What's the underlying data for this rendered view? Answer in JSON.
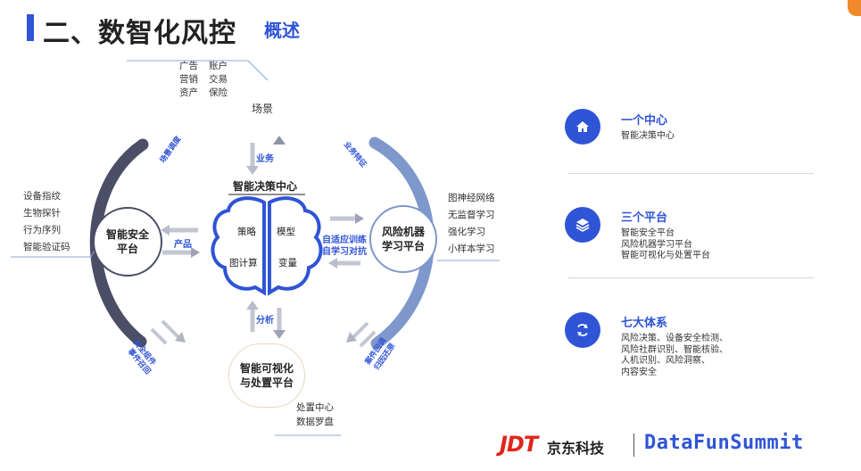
{
  "header": {
    "title": "二、数智化风控",
    "subtitle": "概述"
  },
  "top_section": {
    "col1": [
      "广告",
      "营销",
      "资产"
    ],
    "col2": [
      "账户",
      "交易",
      "保险"
    ],
    "label": "场景"
  },
  "left_list": [
    "设备指纹",
    "生物探针",
    "行为序列",
    "智能验证码"
  ],
  "right_list": [
    "图神经网络",
    "无监督学习",
    "强化学习",
    "小样本学习"
  ],
  "bottom_list": [
    "处置中心",
    "数据罗盘"
  ],
  "nodes": {
    "left": [
      "智能安全",
      "平台"
    ],
    "right": [
      "风险机器",
      "学习平台"
    ],
    "bottom": [
      "智能可视化",
      "与处置平台"
    ]
  },
  "center": {
    "title": "智能决策中心",
    "cells": [
      "策略",
      "模型",
      "图计算",
      "变量"
    ]
  },
  "arrow_labels": {
    "business": "业务",
    "product": "产品",
    "analysis": "分析",
    "adaptive": [
      "自适应训练",
      "自学习对抗"
    ]
  },
  "arc_labels": {
    "top_left": "场景调度",
    "top_right": "业务特征",
    "bottom_left": [
      "安全组件",
      "事件召回"
    ],
    "bottom_right": [
      "案件回调",
      "归因还原"
    ]
  },
  "right_panel": [
    {
      "icon": "home-icon",
      "heading": "一个中心",
      "lines": [
        "智能决策中心"
      ]
    },
    {
      "icon": "layers-icon",
      "heading": "三个平台",
      "lines": [
        "智能安全平台",
        "风险机器学习平台",
        "智能可视化与处置平台"
      ]
    },
    {
      "icon": "refresh-icon",
      "heading": "七大体系",
      "lines": [
        "风险决策、设备安全检测、",
        "风险社群识别、智能核验、",
        "人机识别、风险洞察、",
        "内容安全"
      ]
    }
  ],
  "footer": {
    "jdt": "JDT",
    "company": "京东科技",
    "summit": "DataFunSummit"
  },
  "colors": {
    "accent": "#2f54d6",
    "dark_arc": "#4a4e66",
    "light_arc": "#7e98cc",
    "jdt_red": "#e1251b"
  }
}
